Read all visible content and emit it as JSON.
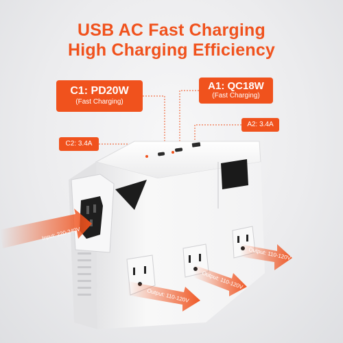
{
  "headline": {
    "line1": "USB AC Fast Charging",
    "line2": "High Charging Efficiency"
  },
  "callouts": {
    "c1": {
      "title": "C1: PD20W",
      "sub": "(Fast Charging)"
    },
    "a1": {
      "title": "A1: QC18W",
      "sub": "(Fast Charging)"
    },
    "c2": {
      "title": "C2: 3.4A"
    },
    "a2": {
      "title": "A2: 3.4A"
    }
  },
  "arrows": {
    "input": "Input: 220-240V",
    "output_left": "Output: 110-120V",
    "output_middle": "Output: 110-120V",
    "output_right": "Output: 110-120V"
  },
  "colors": {
    "accent": "#f0521d",
    "device_body": "#f4f4f4",
    "device_shadow": "#d9d9db",
    "outlet_black": "#222222"
  },
  "icons": [
    "power-inlet-icon",
    "ac-outlet-icon",
    "usb-port-icon",
    "power-switch-icon"
  ]
}
